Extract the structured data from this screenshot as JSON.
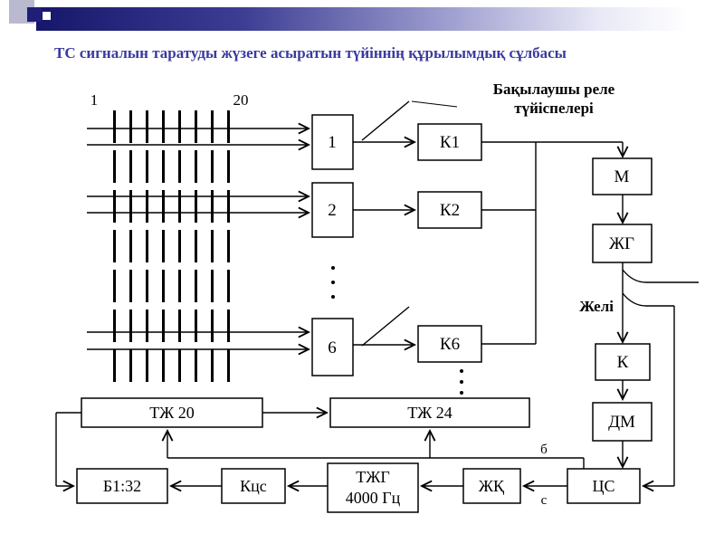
{
  "slide": {
    "title": "ТС сигналын таратуды жүзеге асыратын түйіннің құрылымдық сұлбасы"
  },
  "diagram": {
    "matrix": {
      "left_index": "1",
      "right_index": "20"
    },
    "caption": {
      "line1": "Бақылаушы реле",
      "line2": "түйіспелері"
    },
    "labels": {
      "network": "Желі",
      "b": "б",
      "s": "с"
    },
    "blocks": {
      "sel1": "1",
      "sel2": "2",
      "sel6": "6",
      "k1": "К1",
      "k2": "К2",
      "k6": "К6",
      "m": "М",
      "zhg": "ЖГ",
      "k": "К",
      "dm": "ДМ",
      "tzh20": "ТЖ 20",
      "tzh24": "ТЖ 24",
      "b132": "Б1:32",
      "kcs": "Кцс",
      "tzhg1": "ТЖГ",
      "tzhg2": "4000 Гц",
      "zhk": "ЖҚ",
      "cs": "ЦС"
    },
    "colors": {
      "line": "#000000",
      "title": "#3a3aa0",
      "banner": "#16166b"
    }
  }
}
